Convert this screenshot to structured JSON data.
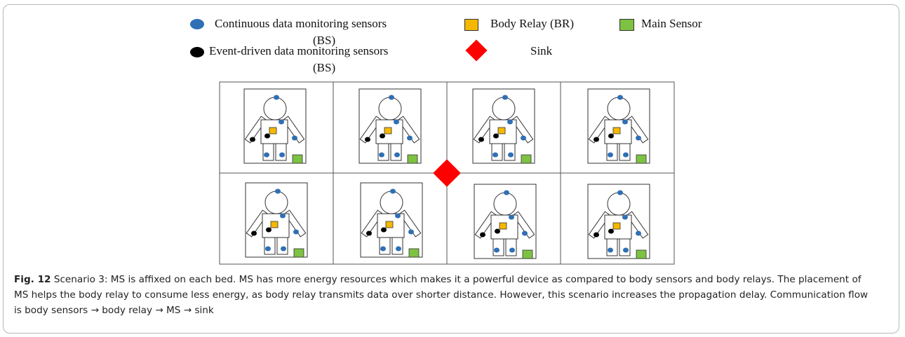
{
  "legend": {
    "continuous_sensor": "Continuous data monitoring sensors",
    "continuous_sensor_abbr": "(BS)",
    "event_sensor": "Event-driven data monitoring sensors",
    "event_sensor_abbr": "(BS)",
    "body_relay": "Body Relay (BR)",
    "main_sensor": "Main Sensor",
    "sink": "Sink"
  },
  "colors": {
    "continuous_sensor": "#2f6fb5",
    "event_sensor": "#000000",
    "body_relay": "#f5b800",
    "main_sensor": "#7dc242",
    "sink": "#ff0000"
  },
  "grid": {
    "rows": 2,
    "columns": 4
  },
  "caption": {
    "label": "Fig. 12",
    "text": "Scenario 3: MS is affixed on each bed. MS has more energy resources which makes it a powerful device as compared to body sensors and body relays. The placement of MS helps the body relay to consume less energy, as body relay transmits data over shorter distance. However, this scenario increases the propagation delay. Communication flow is body sensors → body relay → MS → sink"
  }
}
